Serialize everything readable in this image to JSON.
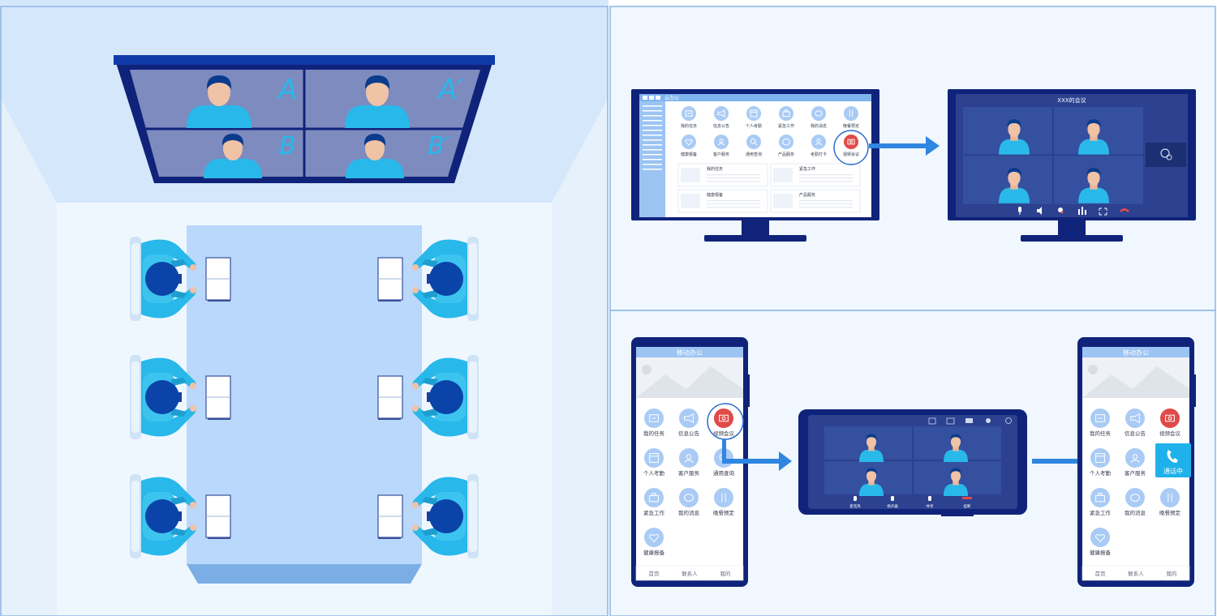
{
  "colors": {
    "panel_bg": "#eef6fd",
    "room_back_wall": "#d6e8fb",
    "monitor_frame": "#10237a",
    "monitor_screen": "#3a52a3",
    "person_blue": "#29b8ea",
    "head_dark": "#0a44a8",
    "table_blue": "#b9d8fb",
    "accent_arrow": "#2f86e0",
    "highlight_red": "#e04a48",
    "call_tile": "#1fb2ea"
  },
  "wall_screen": {
    "quadrant_labels": [
      "A",
      "A′",
      "B",
      "B′"
    ]
  },
  "desktop_app": {
    "window_title": "云办公",
    "icons": [
      {
        "label": "我的任务",
        "icon": "task-icon"
      },
      {
        "label": "信息公告",
        "icon": "megaphone-icon"
      },
      {
        "label": "个人考勤",
        "icon": "calendar-icon"
      },
      {
        "label": "紧急工作",
        "icon": "briefcase-icon"
      },
      {
        "label": "我的消息",
        "icon": "message-icon"
      },
      {
        "label": "晚餐预定",
        "icon": "dinner-icon"
      },
      {
        "label": "健康报备",
        "icon": "heart-icon"
      },
      {
        "label": "客户服务",
        "icon": "service-icon"
      },
      {
        "label": "通用查询",
        "icon": "search-icon"
      },
      {
        "label": "产品服务",
        "icon": "box-icon"
      },
      {
        "label": "考勤打卡",
        "icon": "clock-in-icon"
      },
      {
        "label": "视频会议",
        "icon": "video-meeting-icon"
      }
    ],
    "cards": [
      "我的任务",
      "紧急工作",
      "健康报备",
      "产品服务"
    ]
  },
  "desktop_meeting": {
    "title": "XXX的会议"
  },
  "mobile_app": {
    "title": "移动办公",
    "icons": [
      {
        "label": "我的任务",
        "icon": "task-icon"
      },
      {
        "label": "信息公告",
        "icon": "megaphone-icon"
      },
      {
        "label": "视频会议",
        "icon": "video-meeting-icon"
      },
      {
        "label": "个人考勤",
        "icon": "calendar-icon"
      },
      {
        "label": "客户服务",
        "icon": "service-icon"
      },
      {
        "label": "通用查询",
        "icon": "search-icon"
      },
      {
        "label": "紧急工作",
        "icon": "briefcase-icon"
      },
      {
        "label": "我的消息",
        "icon": "message-icon"
      },
      {
        "label": "晚餐预定",
        "icon": "dinner-icon"
      },
      {
        "label": "健康报备",
        "icon": "heart-icon"
      }
    ],
    "tabs": [
      "首页",
      "联系人",
      "我的"
    ]
  },
  "mobile_meeting": {
    "controls": [
      "麦克风",
      "扬声器",
      "共享",
      "挂断"
    ]
  },
  "mobile_calling": {
    "title": "移动办公",
    "badge": "通话中"
  }
}
